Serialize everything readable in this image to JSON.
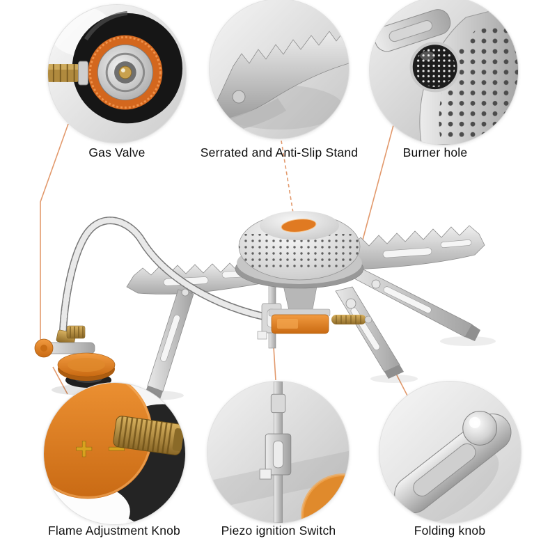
{
  "callouts": [
    {
      "id": "gas-valve",
      "label": "Gas Valve"
    },
    {
      "id": "serrated-stand",
      "label": "Serrated and Anti-Slip Stand"
    },
    {
      "id": "burner-hole",
      "label": "Burner hole"
    },
    {
      "id": "flame-adjustment-knob",
      "label": "Flame Adjustment Knob"
    },
    {
      "id": "piezo-ignition-switch",
      "label": "Piezo ignition Switch"
    },
    {
      "id": "folding-knob",
      "label": "Folding knob"
    }
  ],
  "flame_knob_marks": {
    "plus": "+",
    "minus": "−"
  },
  "colors": {
    "background": "#ffffff",
    "connector_line": "#e2996c",
    "accent_orange": "#e2831f",
    "steel": "#c6c6c6",
    "brass": "#bb9245",
    "label_text": "#0e0e0e"
  }
}
